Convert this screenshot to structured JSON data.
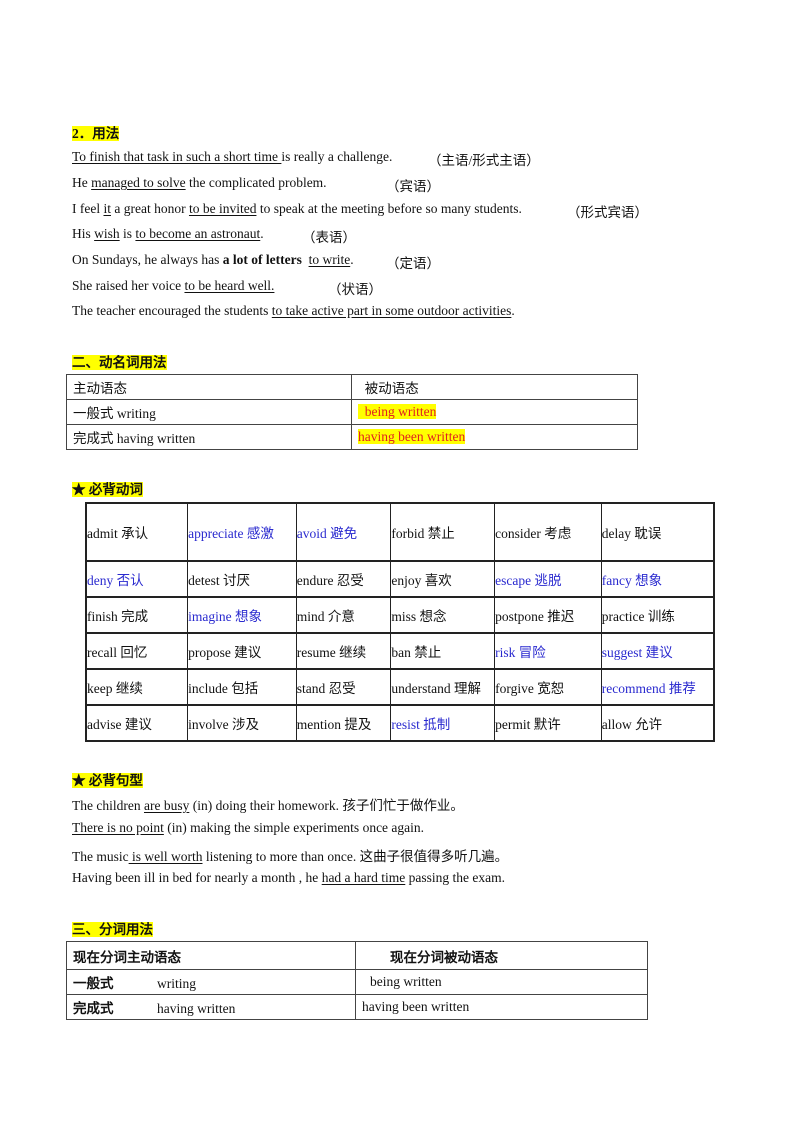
{
  "sec_usage": {
    "heading": "2．用法",
    "lines": [
      {
        "u1": "To finish that task in such a short time ",
        "t1": "is really a challenge.",
        "note": "（主语/形式主语）"
      },
      {
        "pre": "He ",
        "u1": "managed to solve",
        "t1": " the complicated problem.",
        "note": "（宾语）"
      },
      {
        "pre": "I feel ",
        "u1": "it",
        "mid": " a great honor ",
        "u2": "to be invited",
        "t1": " to speak at the meeting before so many students.",
        "note": "（形式宾语）"
      },
      {
        "pre": "His ",
        "u1": "wish",
        "mid": " is ",
        "u2": "to become an astronaut",
        "t1": ".",
        "note": "（表语）"
      },
      {
        "pre": "On Sundays, he always has ",
        "b": "a lot of letters",
        "u1": "to write",
        "t1": ".",
        "note": "（定语）"
      },
      {
        "pre": "She raised her voice ",
        "u1": "to be heard well. ",
        "note": "（状语）"
      },
      {
        "pre": "The teacher encouraged the students ",
        "u1": "to take active part in some outdoor activities",
        "t1": "."
      }
    ]
  },
  "sec_gerund": {
    "heading": "二、动名词用法",
    "rows": [
      [
        "主动语态",
        "被动语态"
      ],
      [
        "一般式  writing",
        "being written"
      ],
      [
        "完成式  having written",
        "having been written"
      ]
    ]
  },
  "sec_verbs": {
    "heading": "★  必背动词",
    "rows": [
      [
        [
          "admit  承认",
          false
        ],
        [
          "appreciate  感激",
          true
        ],
        [
          "avoid  避免",
          true
        ],
        [
          "forbid  禁止",
          false
        ],
        [
          "consider 考虑",
          false
        ],
        [
          "delay  耽误",
          false
        ]
      ],
      [
        [
          "deny  否认",
          true
        ],
        [
          "detest  讨厌",
          false
        ],
        [
          "endure  忍受",
          false
        ],
        [
          "enjoy  喜欢",
          false
        ],
        [
          "escape  逃脱",
          true
        ],
        [
          "fancy  想象",
          true
        ]
      ],
      [
        [
          "finish  完成",
          false
        ],
        [
          "imagine  想象",
          true
        ],
        [
          "mind  介意",
          false
        ],
        [
          "miss  想念",
          false
        ],
        [
          "postpone 推迟",
          false
        ],
        [
          "practice  训练",
          false
        ]
      ],
      [
        [
          "recall  回忆",
          false
        ],
        [
          "propose  建议",
          false
        ],
        [
          "resume  继续",
          false
        ],
        [
          "ban  禁止",
          false
        ],
        [
          "risk  冒险",
          true
        ],
        [
          "suggest  建议",
          true
        ]
      ],
      [
        [
          "keep  继续",
          false
        ],
        [
          "include  包括",
          false
        ],
        [
          "stand  忍受",
          false
        ],
        [
          "understand  理解",
          false
        ],
        [
          "forgive  宽恕",
          false
        ],
        [
          "recommend 推荐",
          true
        ]
      ],
      [
        [
          "advise 建议",
          false
        ],
        [
          "involve 涉及",
          false
        ],
        [
          "mention 提及",
          false
        ],
        [
          "resist  抵制",
          true
        ],
        [
          "permit  默许",
          false
        ],
        [
          "allow  允许",
          false
        ]
      ]
    ]
  },
  "sec_patterns": {
    "heading": "★  必背句型",
    "lines": [
      {
        "pre": "The children ",
        "u1": "are busy",
        "t1": " (in)  doing their homework.  孩子们忙于做作业。"
      },
      {
        "u1": "There is no point",
        "t1": " (in) making the simple experiments once again."
      },
      {
        "pre": "The music",
        "u1": "  is well worth",
        "t1": "  listening to more than once.  这曲子很值得多听几遍。"
      },
      {
        "pre": "Having been ill in bed for nearly a month ,  he ",
        "u1": "had a hard time",
        "t1": " passing  the exam."
      }
    ]
  },
  "sec_participle": {
    "heading": "三、分词用法",
    "head": [
      "现在分词主动语态",
      "现在分词被动语态"
    ],
    "rows": [
      [
        "一般式",
        "writing",
        "being written"
      ],
      [
        "完成式",
        "having written",
        "having been written"
      ]
    ]
  }
}
